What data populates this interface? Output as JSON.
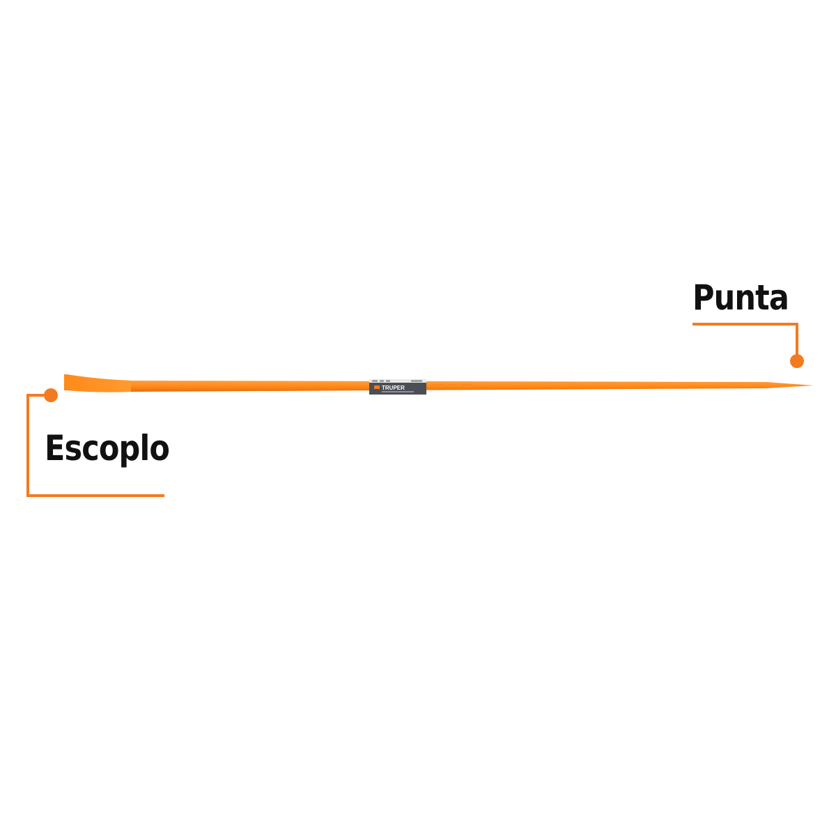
{
  "labels": {
    "tip": "Punta",
    "chisel": "Escoplo"
  },
  "product": {
    "brand": "TRUPER"
  },
  "colors": {
    "accent": "#f47a20",
    "bar": "#ff8a1a",
    "label_band": "#4b4f55",
    "text": "#111111",
    "background": "#ffffff"
  }
}
